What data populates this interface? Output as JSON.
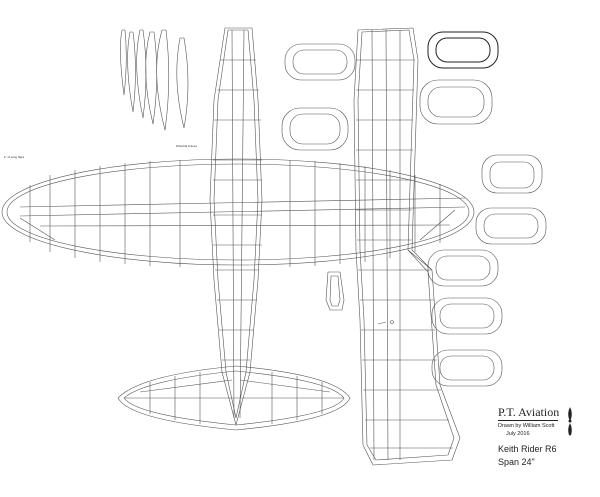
{
  "drawing": {
    "wing_note": "1\" of wing flaps",
    "fuselage_note": "Dihedral braces"
  },
  "title_block": {
    "brand": "P.T. Aviation",
    "drawn_by": "Drawn by William Scott",
    "date": "July 2016",
    "model": "Keith Rider R6",
    "span": "Span 24\""
  },
  "icons": {
    "logo": "propeller-icon"
  },
  "colors": {
    "line": "#555555",
    "outline": "#222222",
    "background": "#ffffff"
  }
}
